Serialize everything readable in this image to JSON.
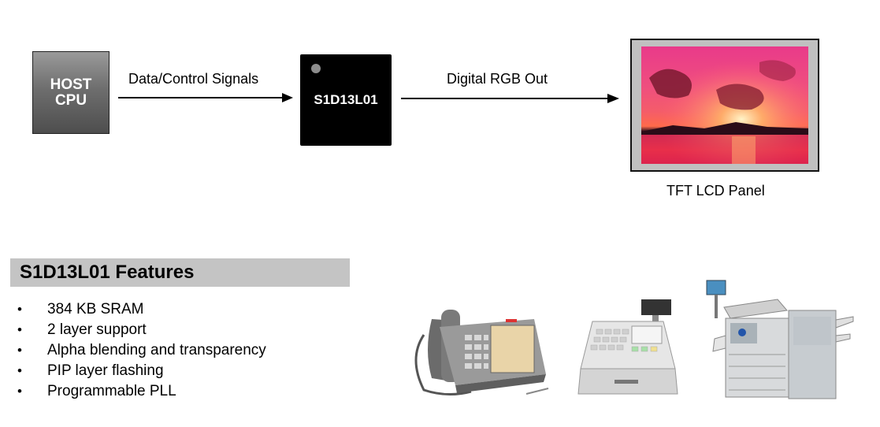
{
  "diagram": {
    "host": {
      "label": "HOST\nCPU"
    },
    "arrow1": {
      "label": "Data/Control Signals"
    },
    "chip": {
      "label": "S1D13L01"
    },
    "arrow2": {
      "label": "Digital RGB Out"
    },
    "panel": {
      "caption": "TFT LCD Panel"
    }
  },
  "features": {
    "title": "S1D13L01 Features",
    "items": [
      "384 KB SRAM",
      "2 layer support",
      "Alpha blending and transparency",
      "PIP layer flashing",
      "Programmable PLL"
    ]
  },
  "colors": {
    "chip": "#000000",
    "header_band": "#c4c4c4",
    "panel_bezel": "#c0c0c0"
  }
}
